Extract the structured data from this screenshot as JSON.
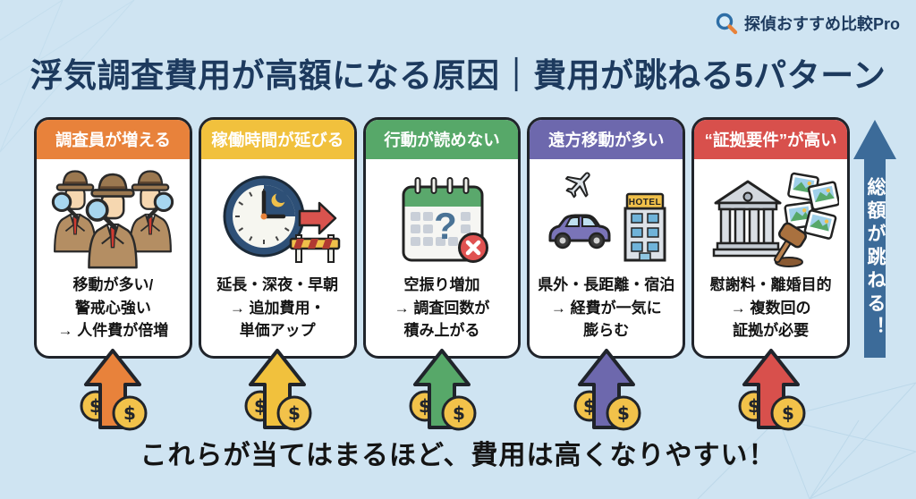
{
  "brand": {
    "name": "探偵おすすめ比較Pro",
    "icon": "magnifier-icon"
  },
  "title": "浮気調査費用が高額になる原因｜費用が跳ねる5パターン",
  "cards": [
    {
      "id": "investigators",
      "title": "調査員が増える",
      "icon": "detectives-icon",
      "text": "移動が多い/\n警戒心強い\n→ 人件費が倍増",
      "accent": "#E8823B"
    },
    {
      "id": "working-hours",
      "title": "稼働時間が延びる",
      "icon": "clock-overtime-icon",
      "text": "延長・深夜・早朝\n→ 追加費用・\n単価アップ",
      "accent": "#F1C13D"
    },
    {
      "id": "unpredictable-behavior",
      "title": "行動が読めない",
      "icon": "calendar-question-icon",
      "text": "空振り増加\n→ 調査回数が\n積み上がる",
      "accent": "#57A869"
    },
    {
      "id": "long-distance",
      "title": "遠方移動が多い",
      "icon": "travel-icon",
      "text": "県外・長距離・宿泊\n→ 経費が一気に\n膨らむ",
      "accent": "#6D68AD",
      "hotel_sign": "HOTEL"
    },
    {
      "id": "evidence-requirements",
      "title": "“証拠要件”が高い",
      "icon": "courthouse-evidence-icon",
      "text": "慰謝料・離婚目的\n→ 複数回の\n証拠が必要",
      "accent": "#D8504C"
    }
  ],
  "side_arrow": {
    "label": "総額が跳ねる！",
    "color": "#3C6B99"
  },
  "footer": {
    "message": "これらが当てはまるほど、費用は高くなりやすい！"
  },
  "icons": {
    "coin_symbol": "$"
  },
  "colors": {
    "background": "#CFE4F2",
    "title_text": "#1D3A5E",
    "card_border": "#20242B",
    "body_text": "#141414",
    "coin_fill": "#F2C24A"
  }
}
